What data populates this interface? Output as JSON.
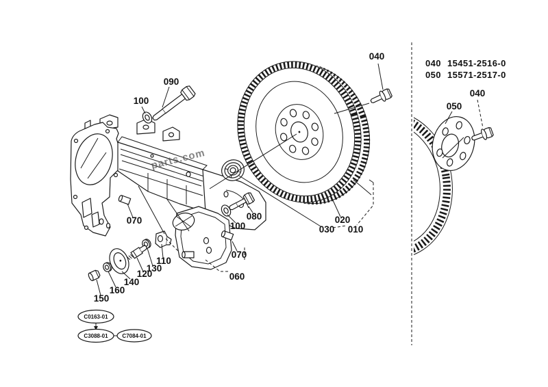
{
  "part_list": {
    "rows": [
      {
        "ref": "040",
        "number": "15451-2516-0"
      },
      {
        "ref": "050",
        "number": "15571-2517-0"
      }
    ]
  },
  "callouts": {
    "c010": "010",
    "c020": "020",
    "c030": "030",
    "c040_main": "040",
    "c040_inset": "040",
    "c050_inset": "050",
    "c060": "060",
    "c070_left": "070",
    "c070_right": "070",
    "c080": "080",
    "c090": "090",
    "c100_top": "100",
    "c100_mid": "100",
    "c110": "110",
    "c120": "120",
    "c130": "130",
    "c140": "140",
    "c150": "150",
    "c160": "160"
  },
  "stamps": {
    "s1": "C0163-01",
    "s2": "C3088-01",
    "s3": "C7084-01"
  },
  "watermark": "parts.com",
  "colors": {
    "ink": "#1a1a1a",
    "background": "#ffffff"
  }
}
